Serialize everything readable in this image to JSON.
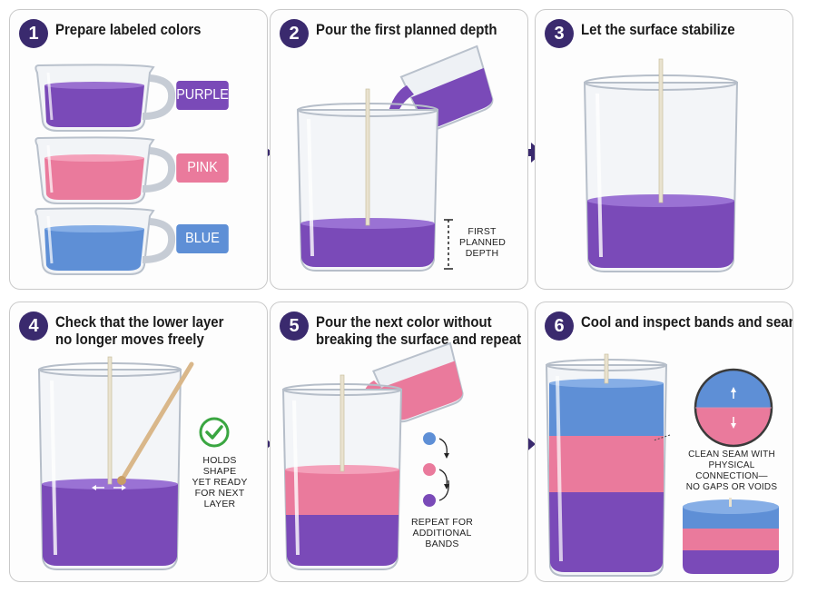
{
  "steps": [
    {
      "number": "1",
      "title": "Prepare labeled colors"
    },
    {
      "number": "2",
      "title": "Pour the first planned depth"
    },
    {
      "number": "3",
      "title": "Let the surface stabilize"
    },
    {
      "number": "4",
      "title_lines": [
        "Check that the lower layer",
        "no longer moves freely"
      ]
    },
    {
      "number": "5",
      "title_lines": [
        "Pour the next color without",
        "breaking the surface and repeat"
      ]
    },
    {
      "number": "6",
      "title": "Cool and inspect bands and seams"
    }
  ],
  "labels": {
    "purple": "PURPLE",
    "pink": "PINK",
    "blue": "BLUE"
  },
  "annotations": {
    "first_depth": [
      "FIRST",
      "PLANNED",
      "DEPTH"
    ],
    "holds_shape": [
      "HOLDS SHAPE",
      "YET READY",
      "FOR NEXT",
      "LAYER"
    ],
    "repeat": [
      "REPEAT FOR",
      "ADDITIONAL",
      "BANDS"
    ],
    "seam": [
      "CLEAN SEAM WITH",
      "PHYSICAL CONNECTION—",
      "NO GAPS OR VOIDS"
    ]
  },
  "colors": {
    "purple": "#7a4ab8",
    "pink": "#ea7a9c",
    "blue": "#5e8fd6",
    "accent": "#3a2a6e",
    "check": "#3aa641"
  }
}
